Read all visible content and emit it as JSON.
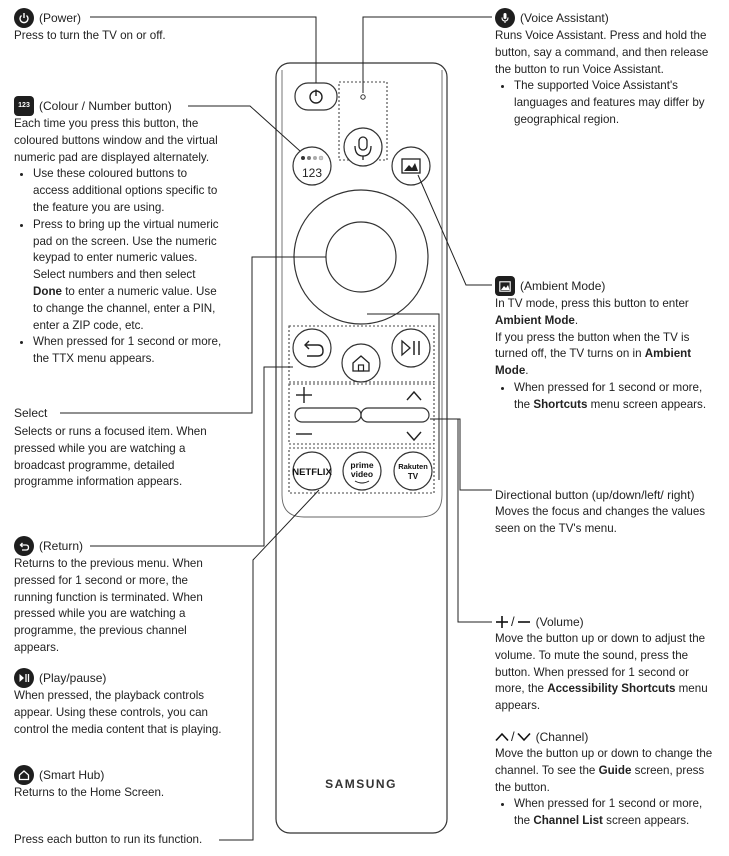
{
  "left": {
    "power": {
      "title": "(Power)",
      "desc": "Press to turn the TV on or off."
    },
    "colour": {
      "title": "(Colour / Number button)",
      "desc": "Each time you press this button, the coloured buttons window and the virtual numeric pad are displayed alternately.",
      "b1": "Use these coloured buttons to access additional options specific to the feature you are using.",
      "b2_pre": "Press to bring up the virtual numeric pad on the screen. Use the numeric keypad to enter numeric values. Select numbers and then select ",
      "b2_bold": "Done",
      "b2_post": " to enter a numeric value. Use to change the channel, enter a PIN, enter a ZIP code, etc.",
      "b3": "When pressed for 1 second or more, the TTX menu appears."
    },
    "select": {
      "title": "Select",
      "desc": "Selects or runs a focused item. When pressed while you are watching a broadcast programme, detailed programme information appears."
    },
    "ret": {
      "title": "(Return)",
      "desc": "Returns to the previous menu. When pressed for 1 second or more, the running function is terminated. When pressed while you are watching a programme, the previous channel appears."
    },
    "play": {
      "title": "(Play/pause)",
      "desc": "When pressed, the playback controls appear. Using these controls, you can control the media content that is playing."
    },
    "hub": {
      "title": "(Smart Hub)",
      "desc": "Returns to the Home Screen."
    },
    "footer": "Press each button to run its function."
  },
  "right": {
    "voice": {
      "title": "(Voice Assistant)",
      "desc": "Runs Voice Assistant. Press and hold the button, say a command, and then release the button to run Voice Assistant.",
      "b1": "The supported Voice Assistant's languages and features may differ by geographical region."
    },
    "ambient": {
      "title": "(Ambient Mode)",
      "p1_pre": "In TV mode, press this button to enter ",
      "p1_bold": "Ambient Mode",
      "p1_post": ".",
      "p2_pre": "If you press the button when the TV is turned off, the TV turns on in ",
      "p2_bold": "Ambient Mode",
      "p2_post": ".",
      "b1_pre": "When pressed for 1 second or more, the ",
      "b1_bold": "Shortcuts",
      "b1_post": " menu screen appears."
    },
    "dir": {
      "title": "Directional button (up/down/left/ right)",
      "desc": "Moves the focus and changes the values seen on the TV's menu."
    },
    "volume": {
      "title": "(Volume)",
      "desc_pre": "Move the button up or down to adjust the volume. To mute the sound, press the button. When pressed for 1 second or more, the ",
      "desc_bold": "Accessibility Shortcuts",
      "desc_post": " menu appears."
    },
    "channel": {
      "title": "(Channel)",
      "desc_pre": "Move the button up or down to change the channel. To see the ",
      "desc_bold": "Guide",
      "desc_post": " screen, press the button.",
      "b1_pre": "When pressed for 1 second or more, the ",
      "b1_bold": "Channel List",
      "b1_post": " screen appears."
    }
  },
  "remote": {
    "brand": "SAMSUNG",
    "num_label": "123",
    "apps": {
      "netflix": "NETFLIX",
      "prime_top": "prime",
      "prime_bottom": "video",
      "rakuten_top": "Rakuten",
      "rakuten_bottom": "TV"
    }
  }
}
